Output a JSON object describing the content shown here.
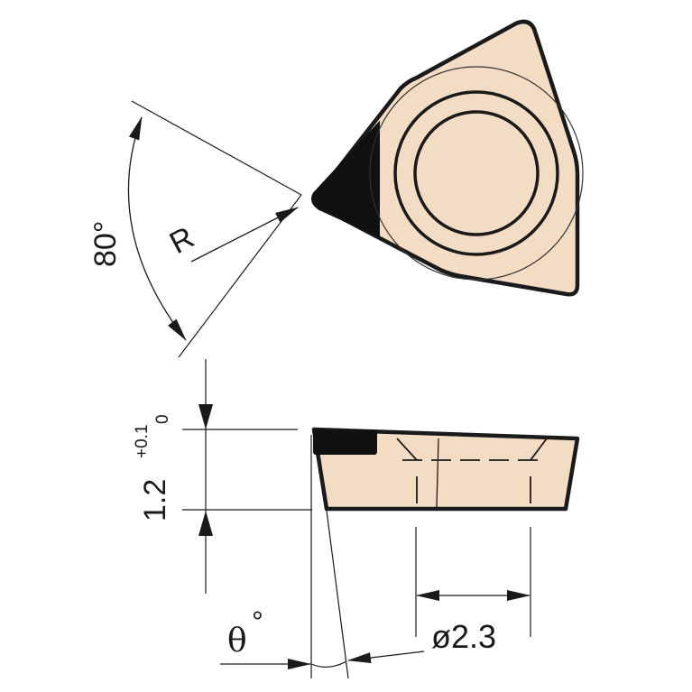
{
  "colors": {
    "insert_fill": "#f3dcc4",
    "outline": "#1a1a1a",
    "cutting_edge": "#111111",
    "background": "#ffffff"
  },
  "labels": {
    "angle": "80°",
    "radius": "R",
    "thickness_main": "1.2",
    "thickness_tol_upper": "+0.1",
    "thickness_tol_lower": "0",
    "clearance_symbol": "θ",
    "clearance_degree": "°",
    "hole_diameter": "ø2.3"
  }
}
